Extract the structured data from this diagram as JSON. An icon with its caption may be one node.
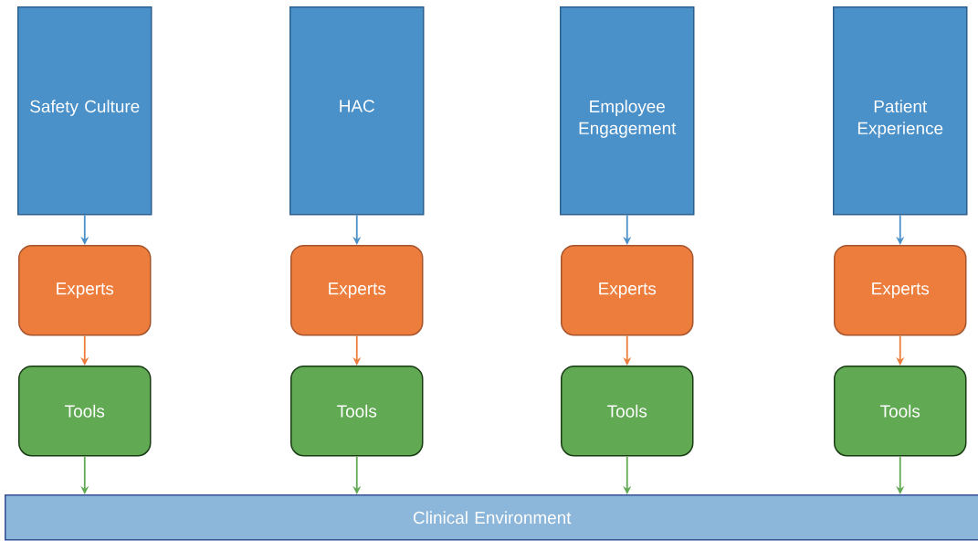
{
  "diagram": {
    "nodes": [
      {
        "text": [
          "Safety Culture"
        ]
      },
      {
        "text": [
          "HAC"
        ]
      },
      {
        "text": [
          "Employee Engagement"
        ]
      },
      {
        "text": [
          "Patient Experience"
        ]
      },
      {
        "text": [
          "Experts"
        ]
      },
      {
        "text": [
          "Experts"
        ]
      },
      {
        "text": [
          "Experts"
        ]
      },
      {
        "text": [
          "Experts"
        ]
      },
      {
        "text": [
          "Tools"
        ]
      },
      {
        "text": [
          "Tools"
        ]
      },
      {
        "text": [
          "Tools"
        ]
      },
      {
        "text": [
          "Tools"
        ]
      },
      {
        "text": [
          "Clinical Environment"
        ]
      }
    ],
    "edges": [
      {
        "from": 0,
        "to": 4,
        "arrow": "to",
        "color": "#4a90c9"
      },
      {
        "from": 1,
        "to": 5,
        "arrow": "to",
        "color": "#4a90c9"
      },
      {
        "from": 2,
        "to": 6,
        "arrow": "to",
        "color": "#4a90c9"
      },
      {
        "from": 3,
        "to": 7,
        "arrow": "to",
        "color": "#4a90c9"
      },
      {
        "from": 4,
        "to": 8,
        "arrow": "to",
        "color": "#ed7d3c"
      },
      {
        "from": 5,
        "to": 9,
        "arrow": "to",
        "color": "#ed7d3c"
      },
      {
        "from": 6,
        "to": 10,
        "arrow": "to",
        "color": "#ed7d3c"
      },
      {
        "from": 7,
        "to": 11,
        "arrow": "to",
        "color": "#ed7d3c"
      },
      {
        "from": 8,
        "to": 12,
        "arrow": "to",
        "color": "#62a954"
      },
      {
        "from": 9,
        "to": 12,
        "arrow": "to",
        "color": "#62a954"
      },
      {
        "from": 10,
        "to": 12,
        "arrow": "to",
        "color": "#62a954"
      },
      {
        "from": 11,
        "to": 12,
        "arrow": "to",
        "color": "#62a954"
      }
    ]
  }
}
